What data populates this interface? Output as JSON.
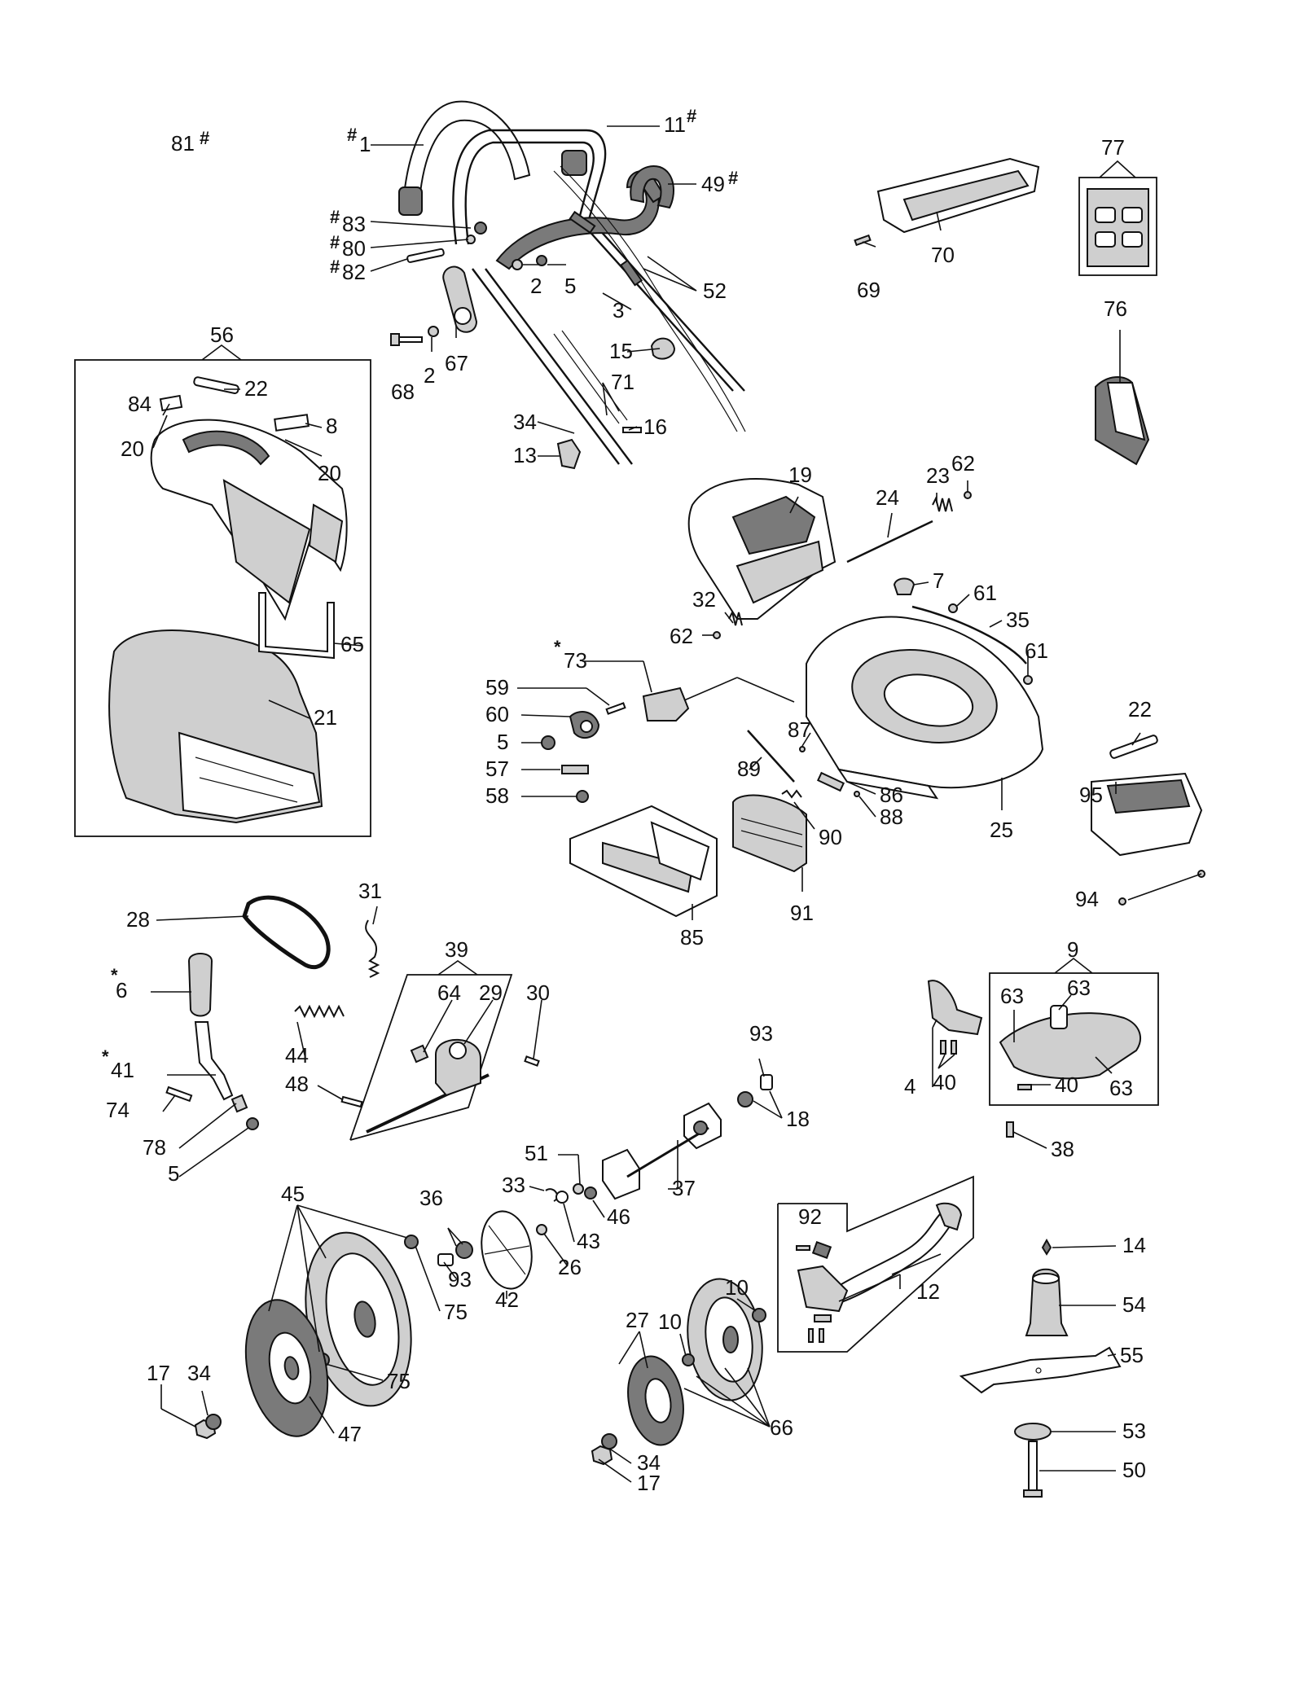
{
  "callouts": {
    "p1": "1",
    "p2": "2",
    "p2b": "2",
    "p3": "3",
    "p4": "4",
    "p5a": "5",
    "p5b": "5",
    "p5c": "5",
    "p6": "6",
    "p7": "7",
    "p8": "8",
    "p9": "9",
    "p10a": "10",
    "p10b": "10",
    "p11": "11",
    "p12": "12",
    "p13": "13",
    "p14": "14",
    "p15": "15",
    "p16": "16",
    "p17a": "17",
    "p17b": "17",
    "p18": "18",
    "p19": "19",
    "p20a": "20",
    "p20b": "20",
    "p21": "21",
    "p22a": "22",
    "p22b": "22",
    "p23": "23",
    "p24": "24",
    "p25": "25",
    "p26": "26",
    "p27": "27",
    "p28": "28",
    "p29": "29",
    "p30": "30",
    "p31": "31",
    "p32": "32",
    "p33": "33",
    "p34a": "34",
    "p34b": "34",
    "p34c": "34",
    "p35": "35",
    "p36": "36",
    "p37": "37",
    "p38": "38",
    "p39": "39",
    "p40a": "40",
    "p40b": "40",
    "p41": "41",
    "p42": "42",
    "p43": "43",
    "p44": "44",
    "p45": "45",
    "p46": "46",
    "p47": "47",
    "p48": "48",
    "p49": "49",
    "p50": "50",
    "p51": "51",
    "p52": "52",
    "p53": "53",
    "p54": "54",
    "p55": "55",
    "p56": "56",
    "p57": "57",
    "p58": "58",
    "p59": "59",
    "p60": "60",
    "p61a": "61",
    "p61b": "61",
    "p62a": "62",
    "p62b": "62",
    "p63a": "63",
    "p63b": "63",
    "p63c": "63",
    "p64": "64",
    "p65": "65",
    "p66": "66",
    "p67": "67",
    "p68": "68",
    "p69": "69",
    "p70": "70",
    "p71": "71",
    "p73": "73",
    "p74": "74",
    "p75a": "75",
    "p75b": "75",
    "p76": "76",
    "p77": "77",
    "p78": "78",
    "p80": "80",
    "p81": "81",
    "p82": "82",
    "p83": "83",
    "p84": "84",
    "p85": "85",
    "p86": "86",
    "p87": "87",
    "p88": "88",
    "p89": "89",
    "p90": "90",
    "p91": "91",
    "p92": "92",
    "p93a": "93",
    "p93b": "93",
    "p94": "94",
    "p95": "95"
  },
  "markers": {
    "hash": "#",
    "star": "*"
  }
}
